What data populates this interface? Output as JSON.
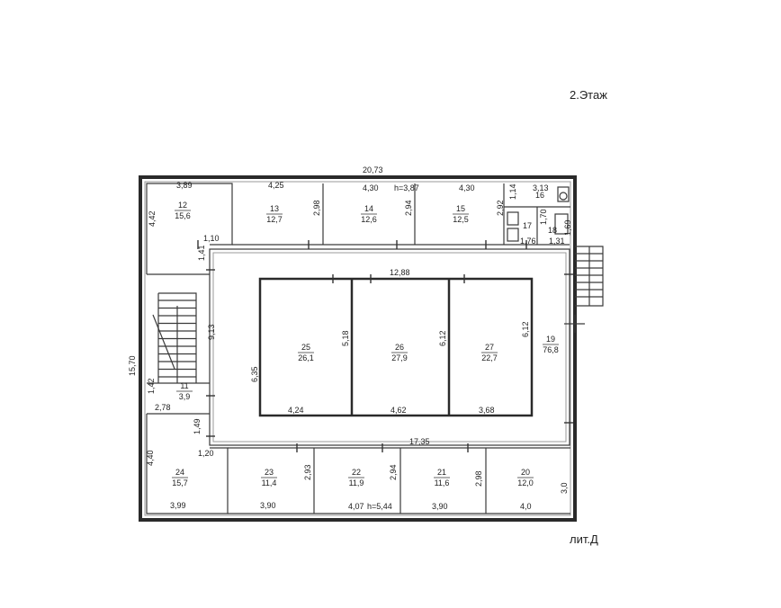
{
  "floor_label": "2.Этаж",
  "building_label": "лит.Д",
  "rooms": [
    {
      "number": "12",
      "area": "15,6"
    },
    {
      "number": "13",
      "area": "12,7"
    },
    {
      "number": "14",
      "area": "12,6"
    },
    {
      "number": "15",
      "area": "12,5"
    },
    {
      "number": "16",
      "area": ""
    },
    {
      "number": "17",
      "area": ""
    },
    {
      "number": "18",
      "area": ""
    },
    {
      "number": "11",
      "area": "3,9"
    },
    {
      "number": "19",
      "area": "76,8"
    },
    {
      "number": "25",
      "area": "26,1"
    },
    {
      "number": "26",
      "area": "27,9"
    },
    {
      "number": "27",
      "area": "22,7"
    },
    {
      "number": "24",
      "area": "15,7"
    },
    {
      "number": "23",
      "area": "11,4"
    },
    {
      "number": "22",
      "area": "11,9"
    },
    {
      "number": "21",
      "area": "11,6"
    },
    {
      "number": "20",
      "area": "12,0"
    }
  ],
  "dimensions": [
    "20,73",
    "15,70",
    "12,88",
    "17,35",
    "3,89",
    "4,25",
    "4,30",
    "h=3,87",
    "4,30",
    "3,13",
    "4,42",
    "2,98",
    "2,94",
    "2,92",
    "1,14",
    "1,70",
    "1,69",
    "1,10",
    "1,76",
    "1,31",
    "1,41",
    "9,13",
    "6,35",
    "5,18",
    "6,12",
    "6,12",
    "4,24",
    "4,62",
    "3,68",
    "1,42",
    "2,78",
    "1,49",
    "1,20",
    "4,40",
    "2,93",
    "2,94",
    "2,98",
    "3,0",
    "3,99",
    "3,90",
    "4,07",
    "h=5,44",
    "3,90",
    "4,0"
  ]
}
